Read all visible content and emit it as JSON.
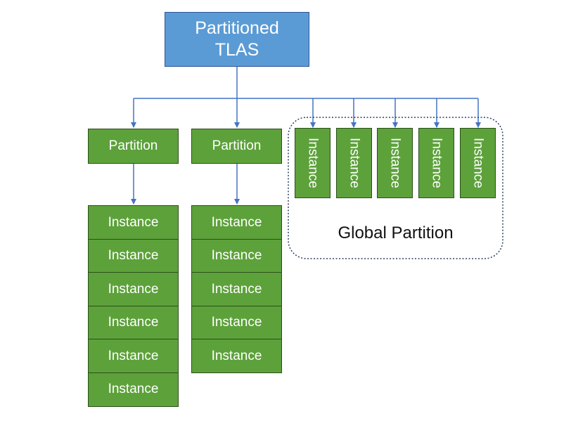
{
  "diagram": {
    "root": {
      "label_line1": "Partitioned",
      "label_line2": "TLAS"
    },
    "partitions": [
      {
        "label": "Partition",
        "instances": [
          "Instance",
          "Instance",
          "Instance",
          "Instance",
          "Instance",
          "Instance"
        ]
      },
      {
        "label": "Partition",
        "instances": [
          "Instance",
          "Instance",
          "Instance",
          "Instance",
          "Instance"
        ]
      }
    ],
    "global_partition": {
      "label": "Global Partition",
      "instances": [
        "Instance",
        "Instance",
        "Instance",
        "Instance",
        "Instance"
      ]
    },
    "colors": {
      "root_fill": "#5b9bd5",
      "root_border": "#2f5597",
      "node_fill": "#5da13b",
      "node_border": "#2b4f19",
      "connector": "#4472c4",
      "group_border": "#2e3f5f"
    }
  }
}
